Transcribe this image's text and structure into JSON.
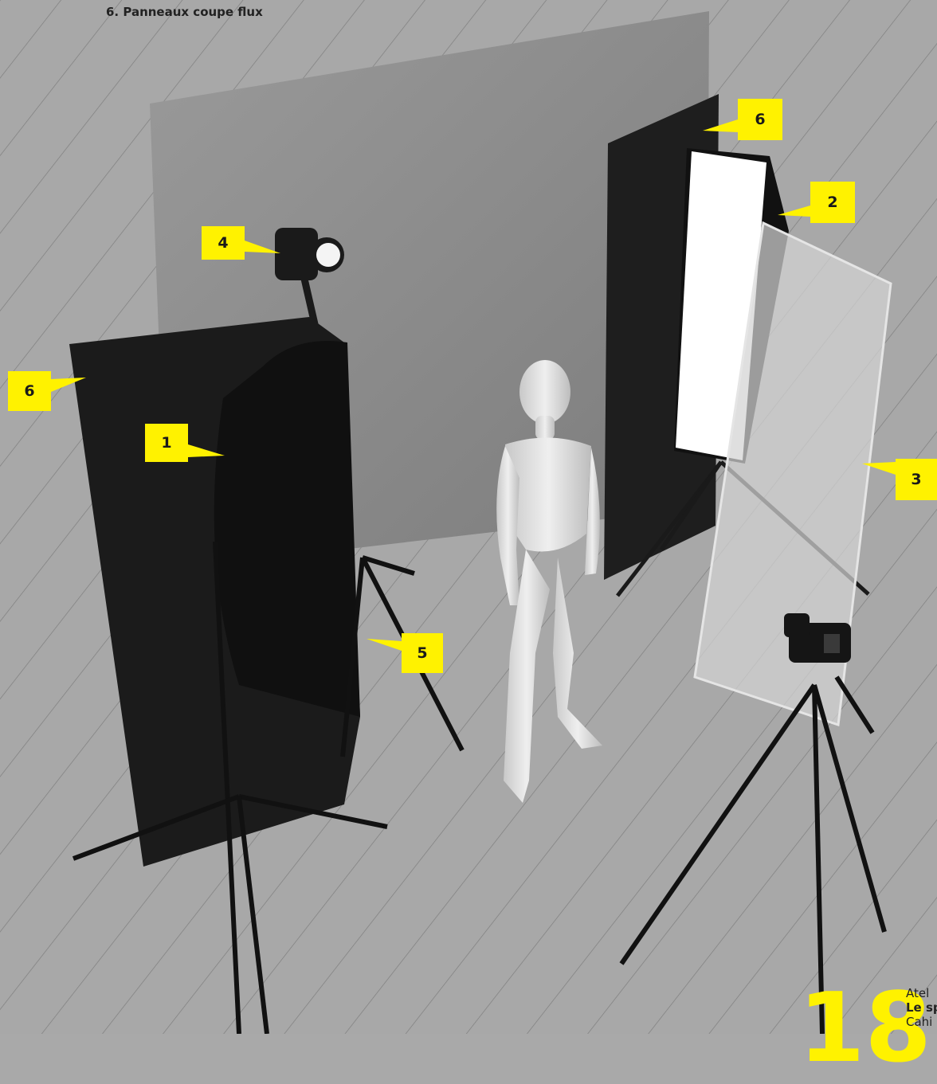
{
  "heading": "6. Panneaux coupe flux",
  "labels": {
    "softbox_left": "1",
    "softbox_right": "2",
    "diffuser": "3",
    "spotlight": "4",
    "reflector": "5",
    "flag_left": "6",
    "flag_right": "6"
  },
  "footer": {
    "line1": "Atel",
    "line2": "Le sp",
    "line3": "Cahi"
  },
  "page_number": "18",
  "colors": {
    "label_bg": "#fff200",
    "floor": "#a9a9a9",
    "backdrop": "#8a8a8a",
    "flag": "#1c1c1c"
  }
}
